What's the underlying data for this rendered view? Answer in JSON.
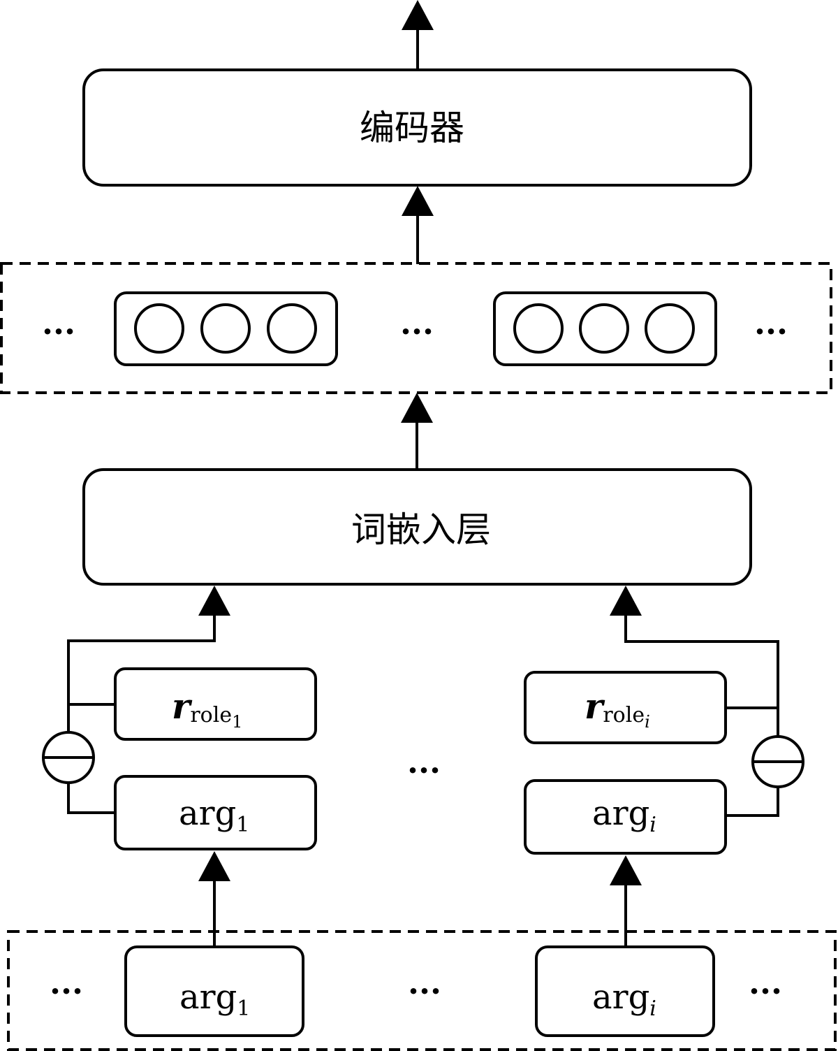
{
  "encoder": {
    "label": "编码器"
  },
  "embedding_layer": {
    "label": "词嵌入层"
  },
  "ellipsis": "···",
  "role_left": {
    "symbol": "r",
    "sub_word": "role",
    "sub_index": "1"
  },
  "role_right": {
    "symbol": "r",
    "sub_word": "role",
    "sub_index": "i"
  },
  "arg_left": {
    "word": "arg",
    "index": "1"
  },
  "arg_right": {
    "word": "arg",
    "index": "i"
  },
  "input_left": {
    "word": "arg",
    "index": "1"
  },
  "input_right": {
    "word": "arg",
    "index": "i"
  }
}
